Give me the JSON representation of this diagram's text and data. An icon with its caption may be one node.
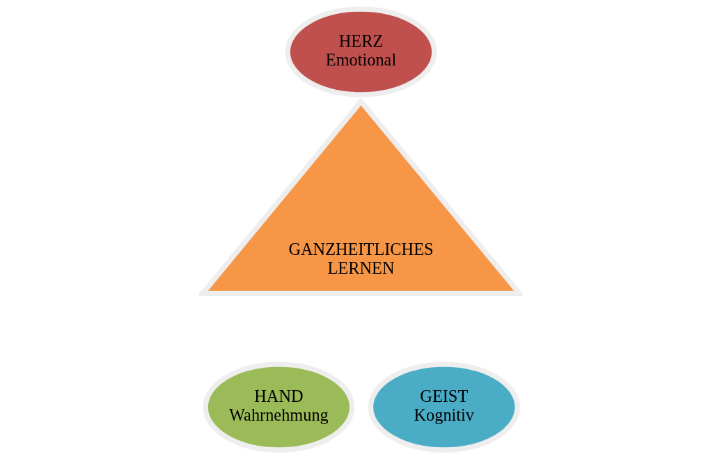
{
  "diagram": {
    "nodes": [
      {
        "text": [
          "HERZ",
          "Emotional"
        ]
      },
      {
        "text": [
          "GANZHEITLICHES LERNEN"
        ]
      },
      {
        "text": [
          "HAND",
          "Wahrnehmung"
        ]
      },
      {
        "text": [
          "GEIST",
          "Kognitiv"
        ]
      }
    ]
  }
}
